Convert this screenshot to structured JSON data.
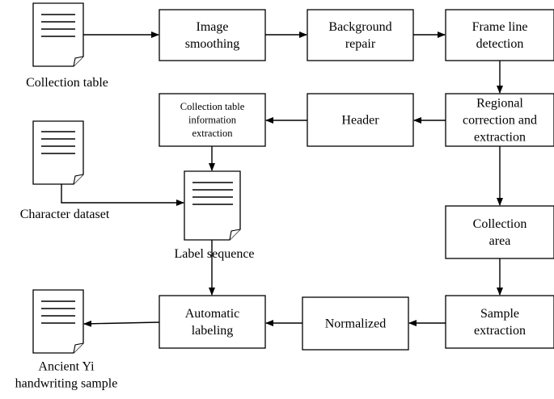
{
  "boxes": {
    "image_smoothing": [
      "Image",
      "smoothing"
    ],
    "background_repair": [
      "Background",
      "repair"
    ],
    "frame_line_detection": [
      "Frame line",
      "detection"
    ],
    "regional_correction": [
      "Regional",
      "correction and",
      "extraction"
    ],
    "header": [
      "Header"
    ],
    "collection_table_info": [
      "Collection table",
      "information",
      "extraction"
    ],
    "collection_area": [
      "Collection",
      "area"
    ],
    "sample_extraction": [
      "Sample",
      "extraction"
    ],
    "normalized": [
      "Normalized"
    ],
    "automatic_labeling": [
      "Automatic",
      "labeling"
    ]
  },
  "documents": {
    "collection_table": [
      "Collection table"
    ],
    "character_dataset": [
      "Character dataset"
    ],
    "label_sequence": [
      "Label sequence"
    ],
    "ancient_yi_sample": [
      "Ancient Yi",
      "handwriting sample"
    ]
  }
}
